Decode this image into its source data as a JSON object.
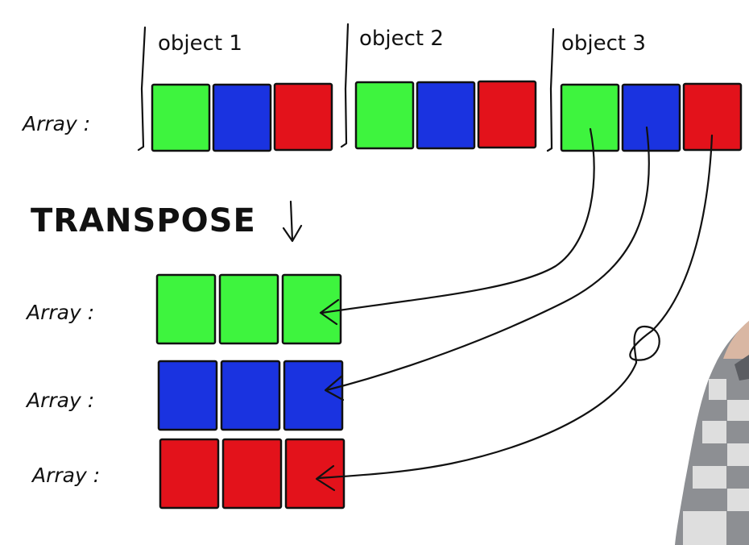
{
  "labels": {
    "object_1": "object 1",
    "object_2": "object 2",
    "object_3": "object 3",
    "top_array": "Array :",
    "transpose": "TRANSPOSE",
    "row_array_1": "Array :",
    "row_array_2": "Array :",
    "row_array_3": "Array :"
  },
  "colors": {
    "green": "#3ef43e",
    "blue": "#1a33e0",
    "red": "#e3121b",
    "ink": "#111111"
  },
  "top_array_cells": [
    "green",
    "blue",
    "red",
    "green",
    "blue",
    "red",
    "green",
    "blue",
    "red"
  ],
  "transposed_rows": [
    [
      "green",
      "green",
      "green"
    ],
    [
      "blue",
      "blue",
      "blue"
    ],
    [
      "red",
      "red",
      "red"
    ]
  ],
  "icons": {
    "transpose_arrow": "down-arrow-icon",
    "person": "person-photo-icon"
  }
}
